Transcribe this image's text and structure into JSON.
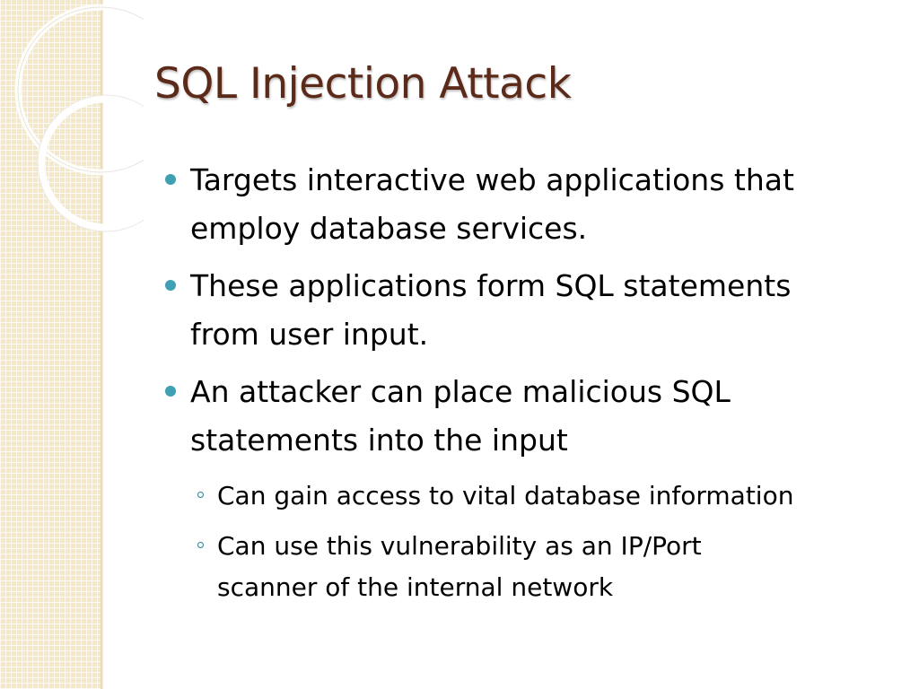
{
  "slide": {
    "title": "SQL Injection Attack",
    "bullets": [
      {
        "lines": [
          "Targets interactive web applications that",
          "employ database services."
        ]
      },
      {
        "lines": [
          "These applications form SQL statements",
          "from user input."
        ]
      },
      {
        "lines": [
          "An attacker can place malicious SQL",
          "statements into the input"
        ],
        "sub_bullets": [
          {
            "lines": [
              "Can gain access to vital database information"
            ]
          },
          {
            "lines": [
              "Can use this vulnerability as an IP/Port",
              "scanner of the internal network"
            ]
          }
        ]
      }
    ]
  },
  "colors": {
    "title": "#5b2a19",
    "bullet_marker": "#3f9fb3",
    "side_panel": "#f4e8c8"
  },
  "icons": {
    "bullet_marker": "filled-circle-bullet-icon",
    "sub_bullet_marker": "ring-bullet-icon"
  }
}
